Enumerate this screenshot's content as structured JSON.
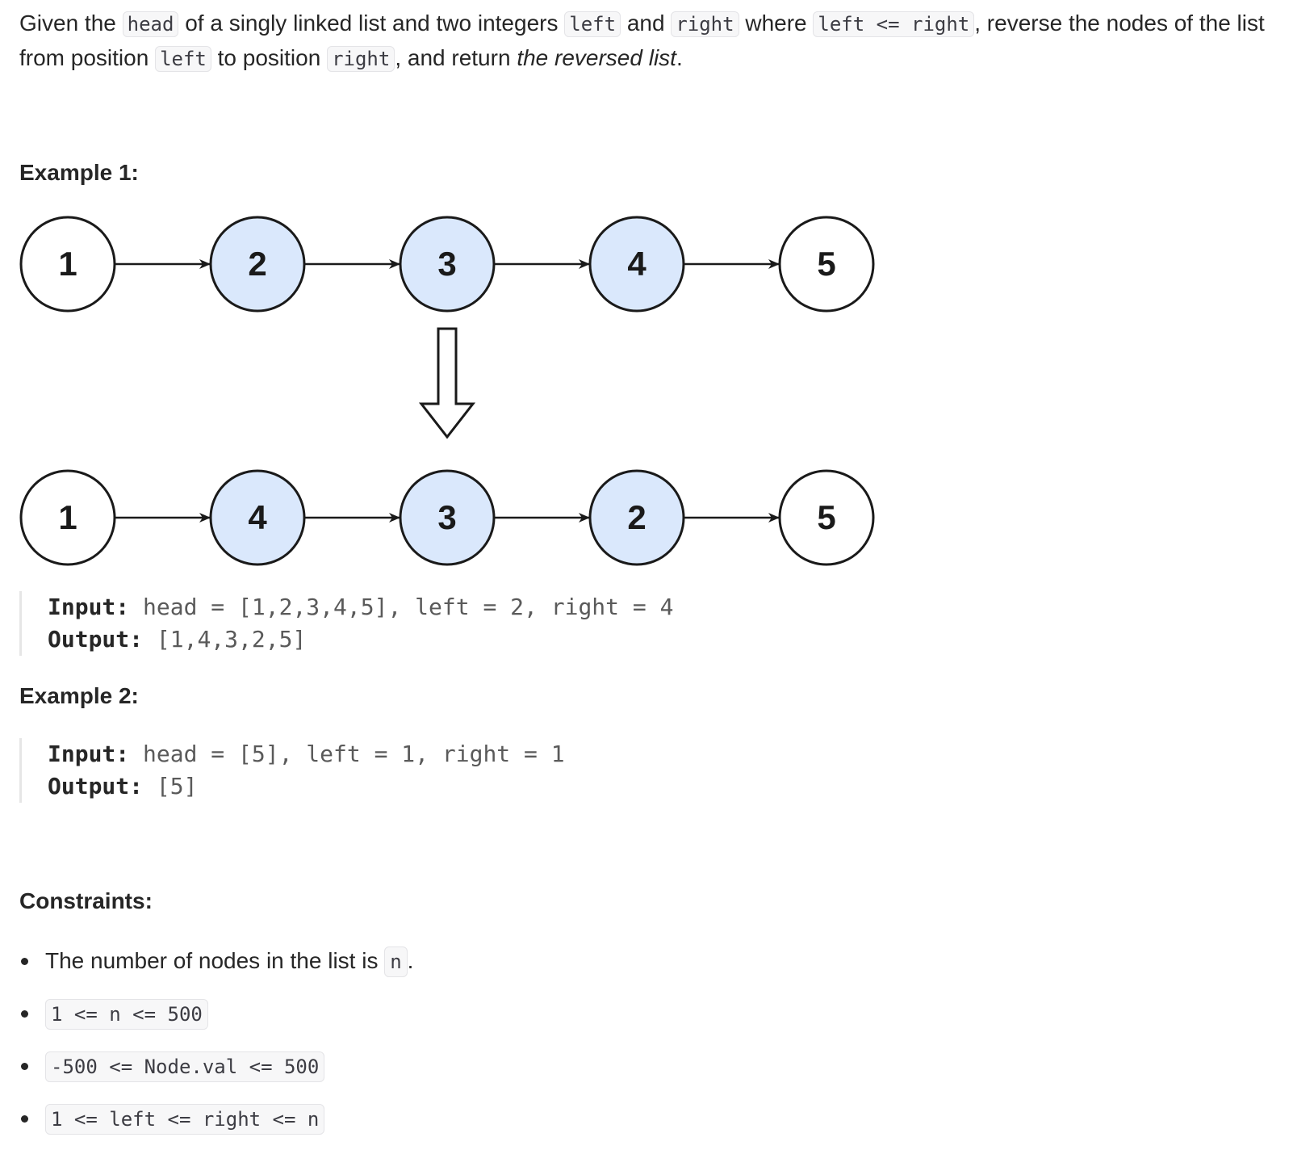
{
  "description": {
    "t1": "Given the ",
    "c1": "head",
    "t2": " of a singly linked list and two integers ",
    "c2": "left",
    "t3": " and ",
    "c3": "right",
    "t4": " where ",
    "c4": "left <= right",
    "t5": ", reverse the nodes of the list from position ",
    "c5": "left",
    "t6": " to position ",
    "c6": "right",
    "t7": ", and return ",
    "em": "the reversed list",
    "t8": "."
  },
  "example1": {
    "heading": "Example 1:",
    "before_nodes": [
      "1",
      "2",
      "3",
      "4",
      "5"
    ],
    "after_nodes": [
      "1",
      "4",
      "3",
      "2",
      "5"
    ],
    "highlighted_positions": [
      2,
      3,
      4
    ],
    "input_label": "Input:",
    "input_value": " head = [1,2,3,4,5], left = 2, right = 4",
    "output_label": "Output:",
    "output_value": " [1,4,3,2,5]"
  },
  "example2": {
    "heading": "Example 2:",
    "input_label": "Input:",
    "input_value": " head = [5], left = 1, right = 1",
    "output_label": "Output:",
    "output_value": " [5]"
  },
  "constraints": {
    "heading": "Constraints:",
    "items": [
      {
        "text": "The number of nodes in the list is ",
        "code": "n",
        "suffix": "."
      },
      {
        "text": "",
        "code": "1 <= n <= 500",
        "suffix": ""
      },
      {
        "text": "",
        "code": "-500 <= Node.val <= 500",
        "suffix": ""
      },
      {
        "text": "",
        "code": "1 <= left <= right <= n",
        "suffix": ""
      }
    ]
  },
  "colors": {
    "highlight_fill": "#dae8fc",
    "node_stroke": "#1a1a1a",
    "text": "#262626"
  }
}
